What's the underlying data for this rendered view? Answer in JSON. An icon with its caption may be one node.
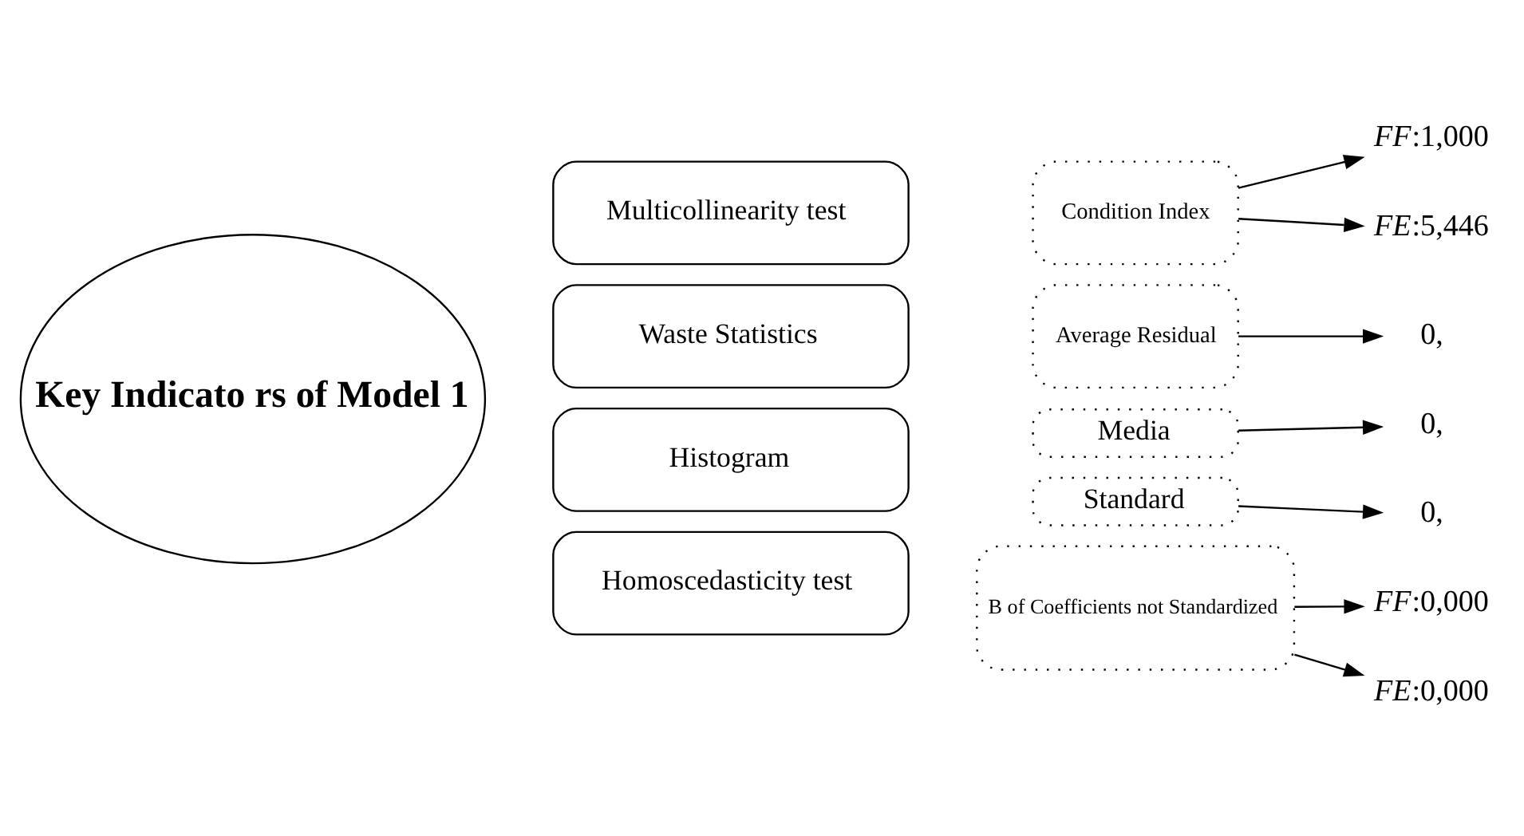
{
  "diagram": {
    "nodes": [
      {
        "text": [
          "Key Indicato rs of Model 1"
        ]
      },
      {
        "text": [
          "Multicollinearity test"
        ]
      },
      {
        "text": [
          "Waste Statistics"
        ]
      },
      {
        "text": [
          "Histogram"
        ]
      },
      {
        "text": [
          "Homoscedasticity test"
        ]
      },
      {
        "text": [
          "Condition Index"
        ]
      },
      {
        "text": [
          "Average Residual"
        ]
      },
      {
        "text": [
          "Media"
        ]
      },
      {
        "text": [
          "Standard"
        ]
      },
      {
        "text": [
          "B of Coefficients not Standardized"
        ]
      },
      {
        "text": [
          "*FF*:1,000"
        ]
      },
      {
        "text": [
          "*FE*:5,446"
        ]
      },
      {
        "text": [
          "0,"
        ]
      },
      {
        "text": [
          "0,"
        ]
      },
      {
        "text": [
          "0,"
        ]
      },
      {
        "text": [
          "*FF*:0,000"
        ]
      },
      {
        "text": [
          "*FE*:0,000"
        ]
      }
    ],
    "edges": [
      {
        "from": 5,
        "to": 10,
        "arrow": "to"
      },
      {
        "from": 5,
        "to": 11,
        "arrow": "to"
      },
      {
        "from": 6,
        "to": 12,
        "arrow": "to"
      },
      {
        "from": 7,
        "to": 13,
        "arrow": "to"
      },
      {
        "from": 8,
        "to": 14,
        "arrow": "to"
      },
      {
        "from": 9,
        "to": 15,
        "arrow": "to"
      },
      {
        "from": 9,
        "to": 16,
        "arrow": "to"
      }
    ]
  }
}
